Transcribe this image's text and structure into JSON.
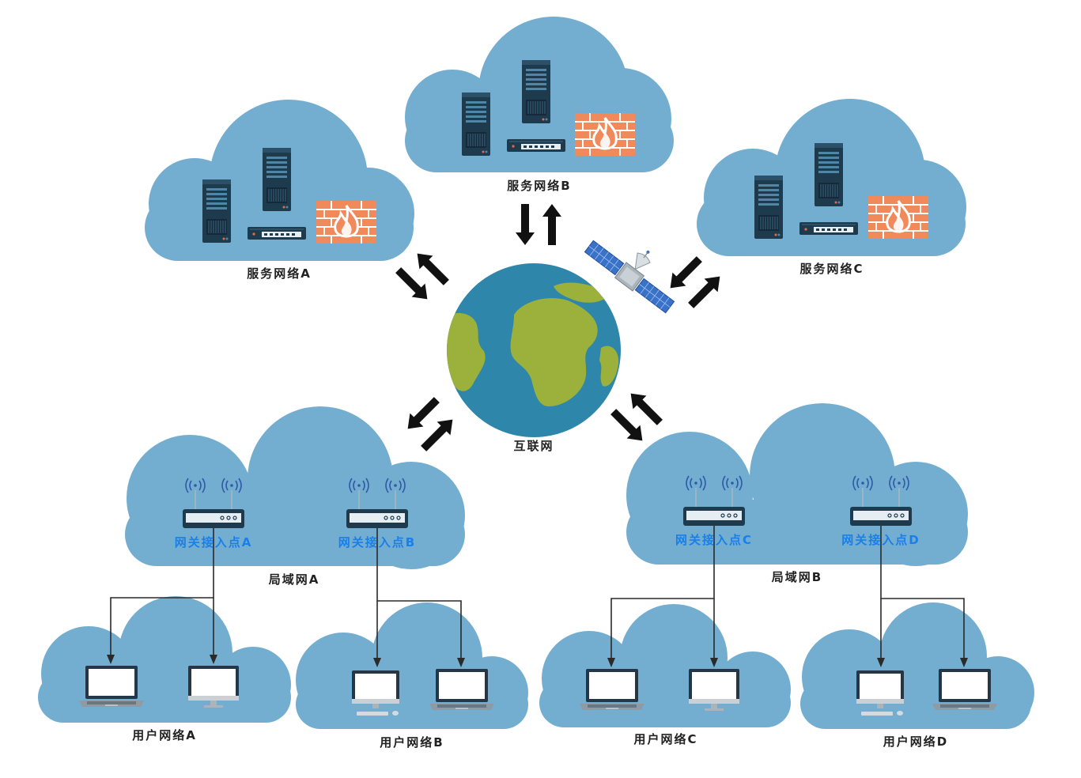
{
  "internet": {
    "label": "互联网"
  },
  "service_networks": [
    {
      "label": "服务网络A"
    },
    {
      "label": "服务网络B"
    },
    {
      "label": "服务网络C"
    }
  ],
  "lans": [
    {
      "label": "局域网A",
      "gateways": [
        "网关接入点A",
        "网关接入点B"
      ]
    },
    {
      "label": "局域网B",
      "gateways": [
        "网关接入点C",
        "网关接入点D"
      ]
    }
  ],
  "user_networks": [
    {
      "label": "用户网络A"
    },
    {
      "label": "用户网络B"
    },
    {
      "label": "用户网络C"
    },
    {
      "label": "用户网络D"
    }
  ],
  "colors": {
    "cloud": "#73aed0",
    "gateway_text": "#1a7fe6",
    "server": "#1e3a4d",
    "firewall": "#f08a5a",
    "ocean": "#2e86ab",
    "land": "#9bb13c"
  }
}
